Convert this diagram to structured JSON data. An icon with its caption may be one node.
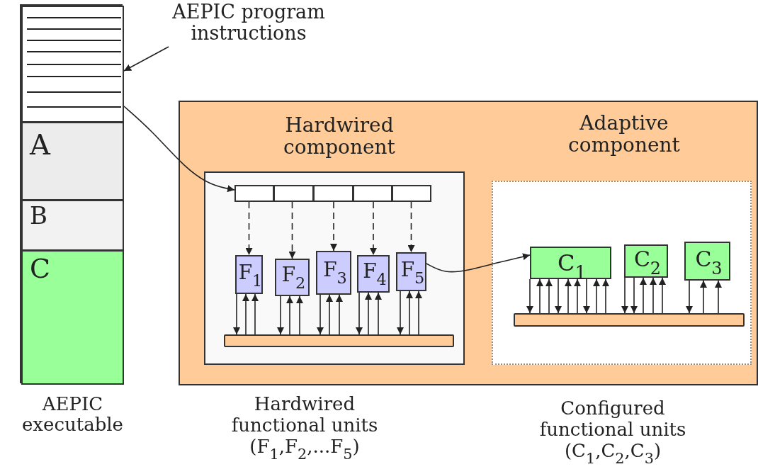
{
  "diagram": {
    "nodes": [
      {
        "text": [],
        "shape": "box",
        "beside": [
          "AEPIC executable"
        ]
      },
      {
        "text": [],
        "shape": "box",
        "in": 0
      },
      {
        "text": [
          "A"
        ],
        "in": 0
      },
      {
        "text": [
          "B"
        ],
        "in": 0
      },
      {
        "text": [
          "C"
        ],
        "in": 0
      },
      {
        "text": [
          "AEPIC program instructions"
        ]
      },
      {
        "text": [],
        "shape": "box"
      },
      {
        "text": [
          "Hardwired component"
        ],
        "in": 6
      },
      {
        "text": [],
        "shape": "box",
        "in": 7
      },
      {
        "text": [],
        "shape": "box",
        "in": 7
      },
      {
        "text": [],
        "shape": "box",
        "in": 7
      },
      {
        "text": [],
        "shape": "box",
        "in": 7
      },
      {
        "text": [],
        "shape": "box",
        "in": 7
      },
      {
        "text": [
          "F$_{1}$"
        ],
        "in": 7
      },
      {
        "text": [
          "F$_{2}$"
        ],
        "in": 7
      },
      {
        "text": [
          "F$_{3}$"
        ],
        "in": 7
      },
      {
        "text": [
          "F$_{4}$"
        ],
        "in": 7
      },
      {
        "text": [
          "F$_{5}$"
        ],
        "in": 7
      },
      {
        "text": [],
        "shape": "bar",
        "in": 7
      },
      {
        "text": [
          "Adaptive component"
        ],
        "in": 6
      },
      {
        "text": [
          "C$_{1}$"
        ],
        "in": 19
      },
      {
        "text": [
          "C$_{2}$"
        ],
        "in": 19
      },
      {
        "text": [
          "C$_{3}$"
        ],
        "in": 19
      },
      {
        "text": [],
        "shape": "bar",
        "in": 19
      }
    ],
    "edges": [
      {
        "from": 5,
        "to": 1,
        "arrow": "to"
      },
      {
        "from": 1,
        "to": 8,
        "arrow": "to"
      },
      {
        "from": 8,
        "to": 13,
        "arrow": "to",
        "style": "dashed"
      },
      {
        "from": 9,
        "to": 14,
        "arrow": "to",
        "style": "dashed"
      },
      {
        "from": 10,
        "to": 15,
        "arrow": "to",
        "style": "dashed"
      },
      {
        "from": 11,
        "to": 16,
        "arrow": "to",
        "style": "dashed"
      },
      {
        "from": 12,
        "to": 17,
        "arrow": "to",
        "style": "dashed"
      },
      {
        "from": 17,
        "to": 20,
        "arrow": "to"
      },
      {
        "from": 13,
        "to": 18,
        "arrow": "to"
      },
      {
        "from": 18,
        "to": 13,
        "arrow": "to"
      },
      {
        "from": 18,
        "to": 13,
        "arrow": "to"
      },
      {
        "from": 14,
        "to": 18,
        "arrow": "to"
      },
      {
        "from": 18,
        "to": 14,
        "arrow": "to"
      },
      {
        "from": 18,
        "to": 14,
        "arrow": "to"
      },
      {
        "from": 15,
        "to": 18,
        "arrow": "to"
      },
      {
        "from": 18,
        "to": 15,
        "arrow": "to"
      },
      {
        "from": 18,
        "to": 15,
        "arrow": "to"
      },
      {
        "from": 16,
        "to": 18,
        "arrow": "to"
      },
      {
        "from": 18,
        "to": 16,
        "arrow": "to"
      },
      {
        "from": 18,
        "to": 16,
        "arrow": "to"
      },
      {
        "from": 17,
        "to": 18,
        "arrow": "to"
      },
      {
        "from": 18,
        "to": 17,
        "arrow": "to"
      },
      {
        "from": 18,
        "to": 17,
        "arrow": "to"
      },
      {
        "from": 20,
        "to": 23,
        "arrow": "to"
      },
      {
        "from": 23,
        "to": 20,
        "arrow": "to"
      },
      {
        "from": 23,
        "to": 20,
        "arrow": "to"
      },
      {
        "from": 20,
        "to": 23,
        "arrow": "to"
      },
      {
        "from": 23,
        "to": 20,
        "arrow": "to"
      },
      {
        "from": 23,
        "to": 20,
        "arrow": "to"
      },
      {
        "from": 20,
        "to": 23,
        "arrow": "to"
      },
      {
        "from": 23,
        "to": 20,
        "arrow": "to"
      },
      {
        "from": 23,
        "to": 20,
        "arrow": "to"
      },
      {
        "from": 21,
        "to": 23,
        "arrow": "to"
      },
      {
        "from": 21,
        "to": 23,
        "arrow": "to"
      },
      {
        "from": 23,
        "to": 21,
        "arrow": "to"
      },
      {
        "from": 23,
        "to": 21,
        "arrow": "to"
      },
      {
        "from": 23,
        "to": 21,
        "arrow": "to"
      },
      {
        "from": 22,
        "to": 23,
        "arrow": "to"
      },
      {
        "from": 23,
        "to": 22,
        "arrow": "to"
      },
      {
        "from": 23,
        "to": 22,
        "arrow": "to"
      }
    ],
    "labels": [
      "Hardwired functional units (F$_{1}$,F$_{2}$,...F$_{5}$)",
      "Configured functional units (C$_{1}$,C$_{2}$,C$_{3}$)"
    ]
  }
}
